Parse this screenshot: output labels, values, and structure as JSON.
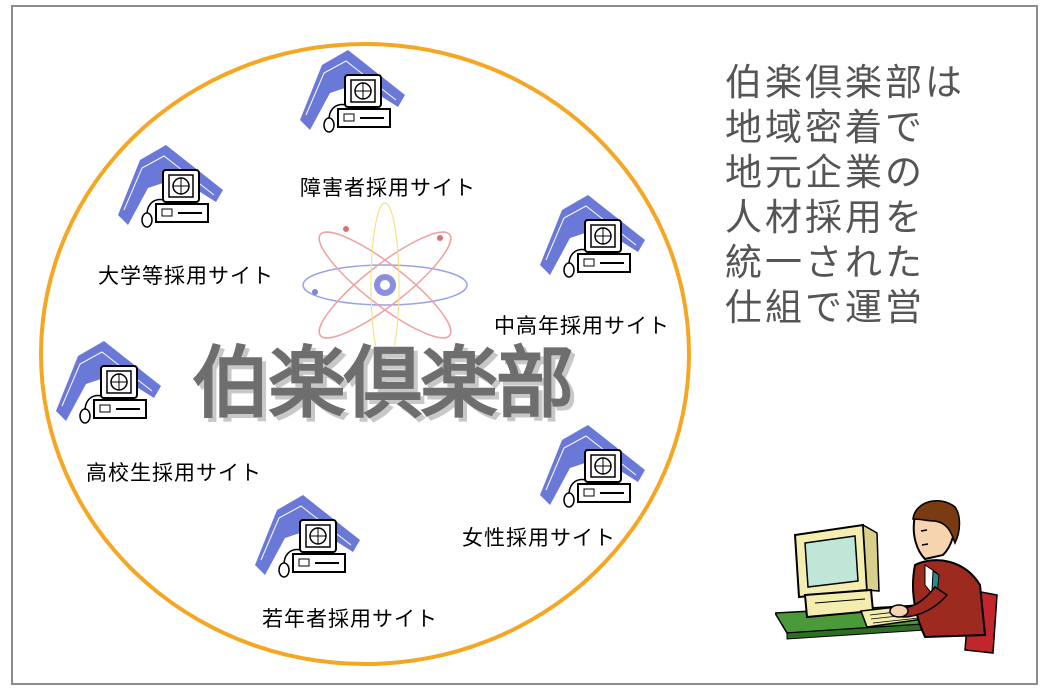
{
  "center_title": "伯楽倶楽部",
  "description_lines": [
    "伯楽倶楽部は",
    "地域密着で",
    "地元企業の",
    "人材採用を",
    "統一された",
    "仕組で運営"
  ],
  "sites": [
    {
      "label": "障害者採用サイト"
    },
    {
      "label": "大学等採用サイト"
    },
    {
      "label": "中高年採用サイト"
    },
    {
      "label": "高校生採用サイト"
    },
    {
      "label": "女性採用サイト"
    },
    {
      "label": "若年者採用サイト"
    }
  ],
  "colors": {
    "circle": "#f5a623",
    "title": "#6e6e6e",
    "description": "#555555",
    "swoosh": "#6a78d8",
    "atom_orbit": "#9aa3e8",
    "atom_nucleus": "#8a8fe0"
  },
  "icons": {
    "site": "computer-terminal-icon",
    "atom": "atom-icon",
    "person": "person-at-computer-icon"
  }
}
